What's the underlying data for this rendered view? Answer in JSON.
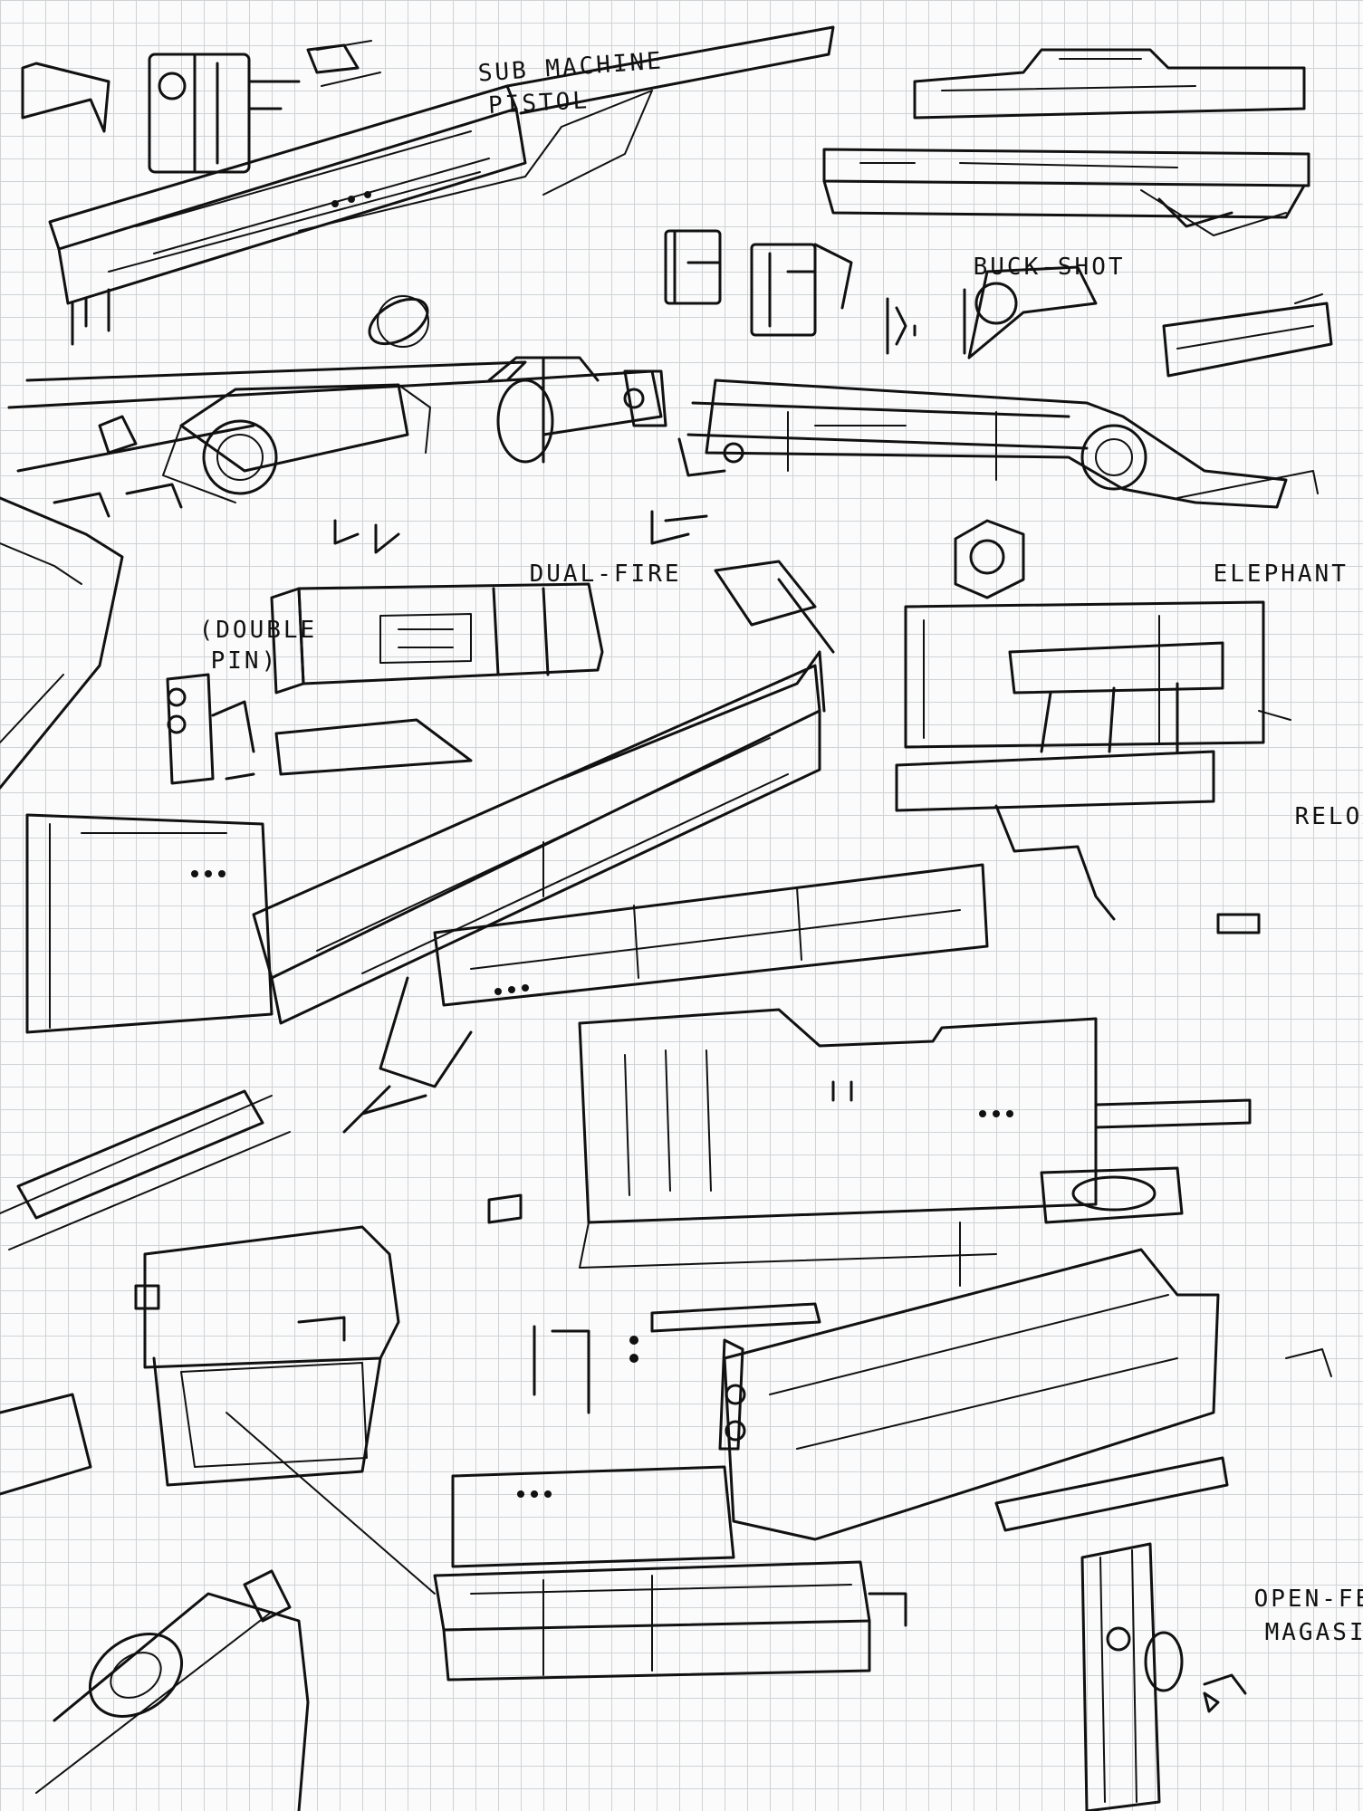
{
  "annotations": {
    "sub_machine_line1": "SUB MACHINE",
    "sub_machine_line2": "PISTOL",
    "buck_shot": "BUCK-SHOT",
    "dual_fire": "DUAL-FIRE",
    "elephant_gun": "ELEPHANT GUN",
    "double_pin_line1": "(DOUBLE",
    "double_pin_line2": "PIN)",
    "reload": "RELOAD",
    "open_fed_line1": "OPEN-FED",
    "open_fed_line2": "MAGASINE"
  },
  "colors": {
    "paper": "#fbfbfb",
    "grid": "#cfd3d6",
    "ink": "#111111"
  }
}
